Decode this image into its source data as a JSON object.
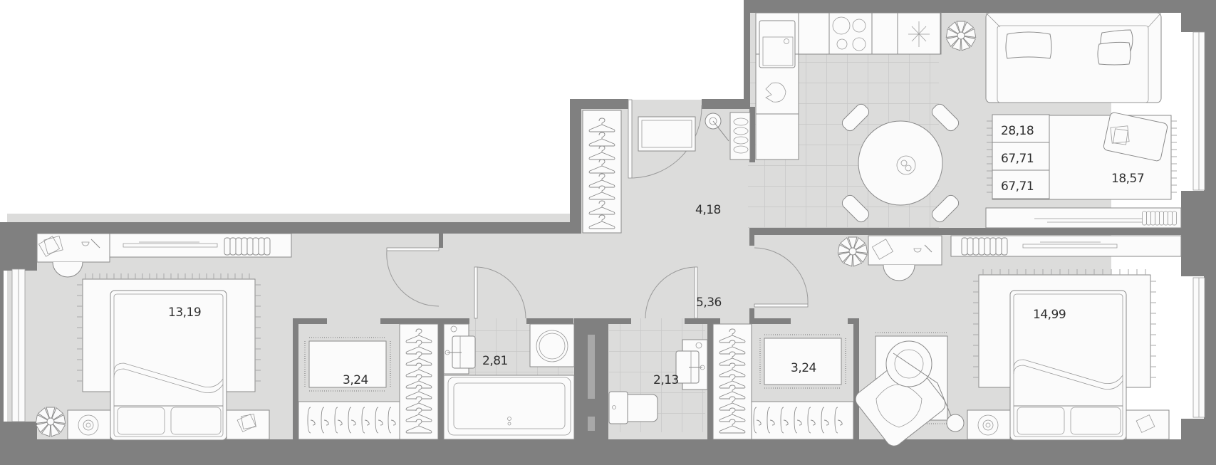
{
  "plan": {
    "title": "Apartment floor plan",
    "colors": {
      "wall": "#808080",
      "floor": "#dcdcdb",
      "furniture": "#fbfbfb",
      "stroke": "#8a8a8a",
      "tile_grid": "#c6c6c6",
      "text": "#2f2f2f",
      "background": "#ffffff"
    },
    "summary_table": {
      "living_area": "28,18",
      "total_area": "67,71",
      "total_area_with_balcony": "67,71"
    },
    "rooms": [
      {
        "id": "kitchen-living",
        "label": "18,57"
      },
      {
        "id": "hallway-entry",
        "label": "4,18"
      },
      {
        "id": "corridor",
        "label": "5,36"
      },
      {
        "id": "bedroom-left",
        "label": "13,19"
      },
      {
        "id": "wardrobe-left",
        "label": "3,24"
      },
      {
        "id": "bathroom",
        "label": "2,81"
      },
      {
        "id": "toilet",
        "label": "2,13"
      },
      {
        "id": "wardrobe-right",
        "label": "3,24"
      },
      {
        "id": "bedroom-right",
        "label": "14,99"
      }
    ],
    "icons": [
      "wardrobe-hangers-icon",
      "shoe-rack-icon",
      "umbrella-stand-icon",
      "doormat-icon",
      "kitchen-sink-icon",
      "stove-icon",
      "fridge-icon",
      "dining-table-icon",
      "chair-icon",
      "sofa-icon",
      "plant-icon",
      "rug-icon",
      "tv-unit-icon",
      "radiator-icon",
      "bed-icon",
      "nightstand-icon",
      "desk-icon",
      "lamp-icon",
      "armchair-icon",
      "bathtub-icon",
      "washbasin-icon",
      "washing-machine-icon",
      "toilet-icon",
      "door-icon",
      "window-icon"
    ]
  }
}
